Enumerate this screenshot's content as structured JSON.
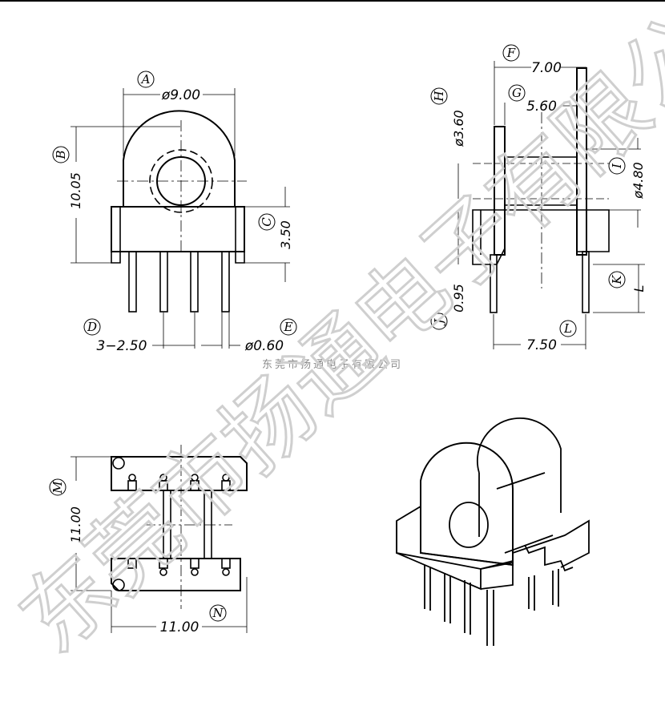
{
  "labels": {
    "A": "A",
    "B": "B",
    "C": "C",
    "D": "D",
    "E": "E",
    "F": "F",
    "G": "G",
    "H": "H",
    "I": "I",
    "J": "J",
    "K": "K",
    "L": "L",
    "M": "M",
    "N": "N"
  },
  "dims": {
    "A": "ø9.00",
    "B": "10.05",
    "C": "3.50",
    "D": "3−2.50",
    "E": "ø0.60",
    "F": "7.00",
    "G": "5.60",
    "H": "ø3.60",
    "I": "ø4.80",
    "J": "0.95",
    "L": "7.50",
    "M": "11.00",
    "N": "11.00",
    "L_side": "L"
  },
  "company": "东莞市扬通电子有限公司",
  "watermark": "东莞市扬通电子有限公司",
  "colors": {
    "line": "#000000",
    "watermark": "#cfcfcf",
    "company": "#8a8a8a"
  }
}
